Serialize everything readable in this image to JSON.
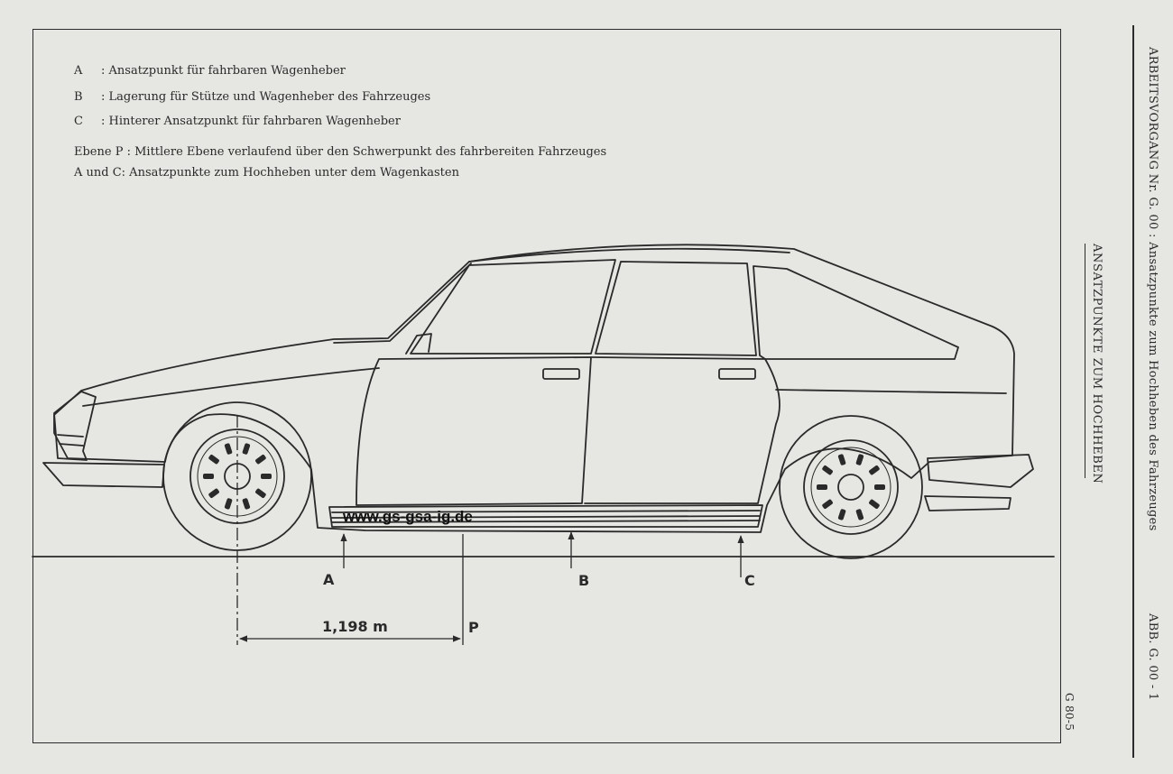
{
  "legend": [
    {
      "key": "A",
      "text": ": Ansatzpunkt für fahrbaren Wagenheber"
    },
    {
      "key": "B",
      "text": ": Lagerung für Stütze und Wagenheber des Fahrzeuges"
    },
    {
      "key": "C",
      "text": ": Hinterer Ansatzpunkt für fahrbaren Wagenheber"
    }
  ],
  "note_plane": "Ebene P : Mittlere Ebene verlaufend über den Schwerpunkt des fahrbereiten Fahrzeuges",
  "note_points": "A und C:  Ansatzpunkte zum Hochheben unter dem Wagenkasten",
  "drawing": {
    "marks": {
      "a": "A",
      "b": "B",
      "c": "C",
      "p": "P"
    },
    "dimension": "1,198 m",
    "watermark": "www.gs-gsa-ig.de"
  },
  "side": {
    "title": "ARBEITSVORGANG Nr. G. 00 : Ansatzpunkte zum Hochheben des Fahrzeuges",
    "subtitle": "ANSATZPUNKTE ZUM HOCHHEBEN",
    "page_ref": "ABB. G. 00 - 1",
    "code": "G 80-5"
  }
}
